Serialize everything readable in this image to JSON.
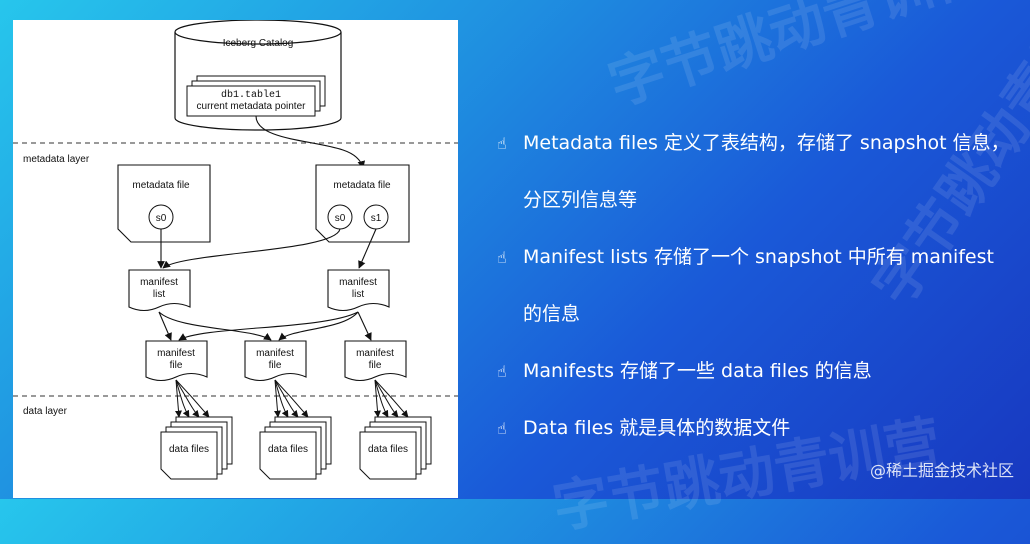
{
  "diagram": {
    "catalog_title": "Iceberg Catalog",
    "table_name": "db1.table1",
    "pointer_label": "current metadata pointer",
    "metadata_layer_label": "metadata layer",
    "data_layer_label": "data layer",
    "metadata_file_label": "metadata file",
    "snapshot_s0": "s0",
    "snapshot_s1": "s1",
    "manifest_list_line1": "manifest",
    "manifest_list_line2": "list",
    "manifest_file_line1": "manifest",
    "manifest_file_line2": "file",
    "data_files_label": "data files"
  },
  "bullets": [
    {
      "icon": "pointing-hand-icon",
      "lines": [
        "Metadata files 定义了表结构，存储了 snapshot 信息，",
        "分区列信息等"
      ]
    },
    {
      "icon": "pointing-hand-icon",
      "lines": [
        "Manifest lists 存储了一个 snapshot 中所有 manifest",
        "的信息"
      ]
    },
    {
      "icon": "pointing-hand-icon",
      "lines": [
        "Manifests 存储了一些 data files 的信息"
      ]
    },
    {
      "icon": "pointing-hand-icon",
      "lines": [
        "Data files 就是具体的数据文件"
      ]
    }
  ],
  "credit": "@稀土掘金技术社区",
  "watermark": "字节跳动青训营"
}
